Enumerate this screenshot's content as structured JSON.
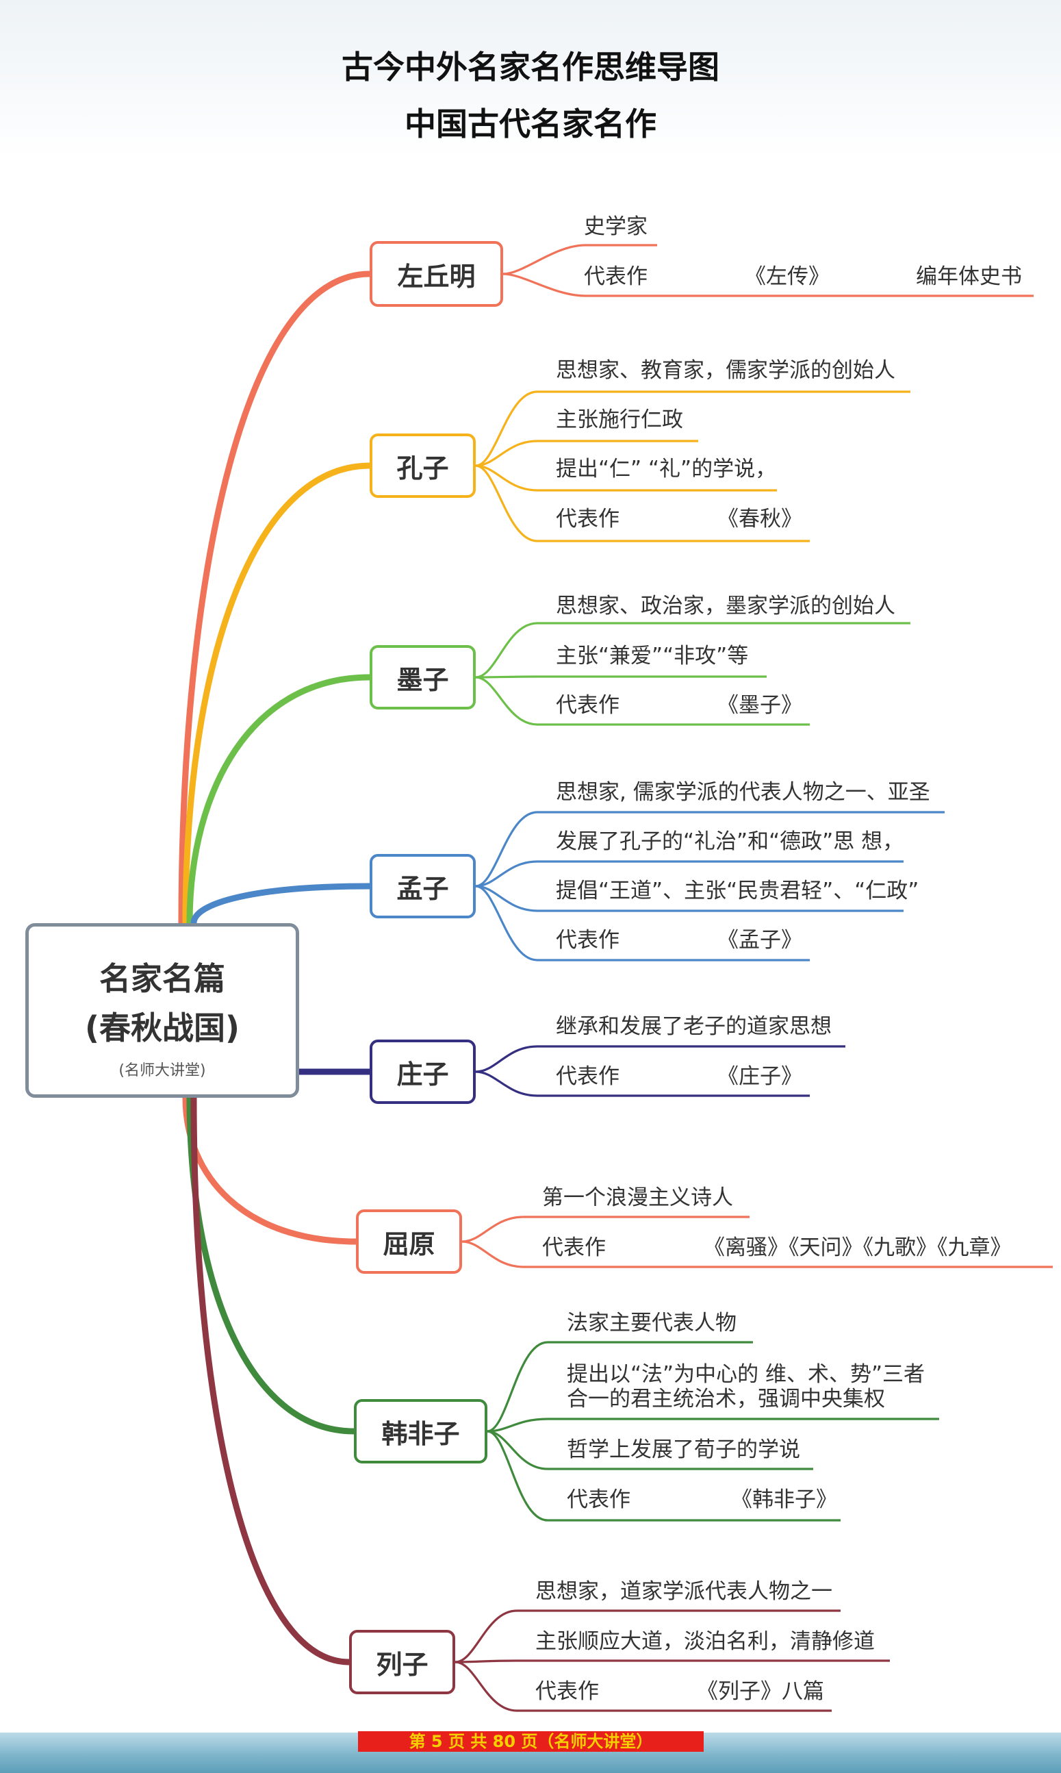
{
  "title": "古今中外名家名作思维导图",
  "subtitle": "中国古代名家名作",
  "root": {
    "line1": "名家名篇",
    "line2": "(春秋战国)",
    "note": "(名师大讲堂)"
  },
  "colors": {
    "zuoqiuming": "#f07258",
    "kongzi": "#f6b21b",
    "mozi": "#6cc04a",
    "mengzi": "#4a86c8",
    "zhuangzi": "#352f82",
    "quyuan": "#f07258",
    "hanfeizi": "#3f8a3c",
    "liezi": "#8e3642",
    "root_border": "#7f8c9a",
    "footer": "#e8201b"
  },
  "branches": [
    {
      "id": "zuoqiuming",
      "name": "左丘明",
      "leaves": [
        "史学家",
        "代表作",
        "《左传》",
        "编年体史书"
      ]
    },
    {
      "id": "kongzi",
      "name": "孔子",
      "leaves": [
        "思想家、教育家，儒家学派的创始人",
        "主张施行仁政",
        "提出“仁” “礼”的学说，",
        "代表作",
        "《春秋》"
      ]
    },
    {
      "id": "mozi",
      "name": "墨子",
      "leaves": [
        "思想家、政治家，墨家学派的创始人",
        "主张“兼爱”“非攻”等",
        "代表作",
        "《墨子》"
      ]
    },
    {
      "id": "mengzi",
      "name": "孟子",
      "leaves": [
        "思想家, 儒家学派的代表人物之一、亚圣",
        "发展了孔子的“礼治”和“德政”思 想，",
        "提倡“王道”、主张“民贵君轻”、“仁政”",
        "代表作",
        "《孟子》"
      ]
    },
    {
      "id": "zhuangzi",
      "name": "庄子",
      "leaves": [
        "继承和发展了老子的道家思想",
        "代表作",
        "《庄子》"
      ]
    },
    {
      "id": "quyuan",
      "name": "屈原",
      "leaves": [
        "第一个浪漫主义诗人",
        "代表作",
        "《离骚》《天问》《九歌》《九章》"
      ]
    },
    {
      "id": "hanfeizi",
      "name": "韩非子",
      "leaves": [
        "法家主要代表人物",
        "提出以“法”为中心的 维、术、势”三者",
        "合一的君主统治术，强调中央集权",
        "哲学上发展了荀子的学说",
        "代表作",
        "《韩非子》"
      ]
    },
    {
      "id": "liezi",
      "name": "列子",
      "leaves": [
        "思想家，道家学派代表人物之一",
        "主张顺应大道，淡泊名利，清静修道",
        "代表作",
        "《列子》八篇"
      ]
    }
  ],
  "footer": "第 5 页 共 80 页（名师大讲堂）"
}
